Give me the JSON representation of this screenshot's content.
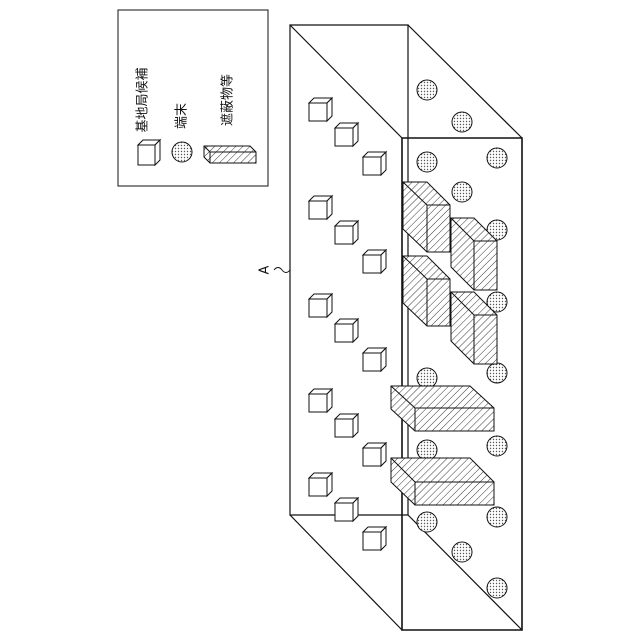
{
  "legend": {
    "base_station_label": "基地局候補",
    "terminal_label": "端末",
    "obstacle_label": "遮蔽物等"
  },
  "region_label": "A",
  "colors": {
    "line": "#111111",
    "dot_fill": "#cccccc",
    "background": "#ffffff"
  }
}
